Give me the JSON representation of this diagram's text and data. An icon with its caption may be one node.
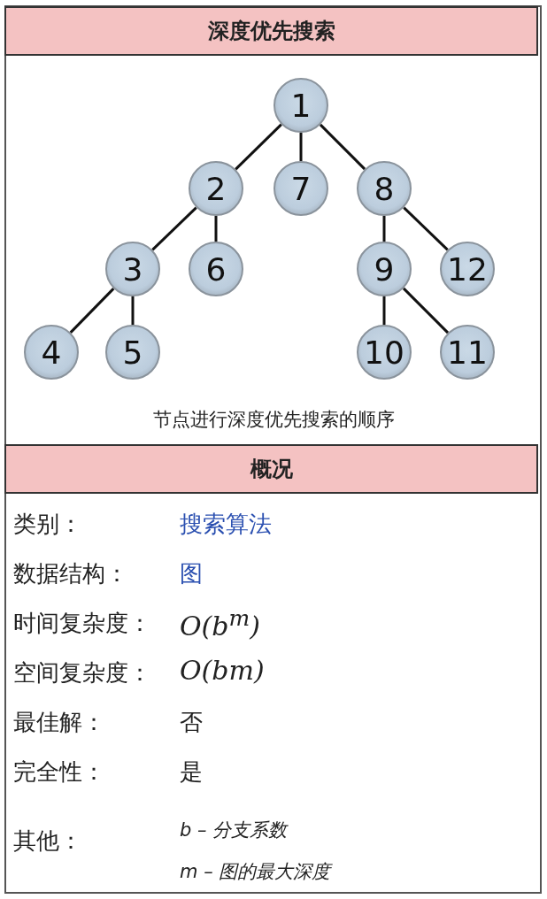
{
  "diagram": {
    "title": "深度优先搜索",
    "caption": "节点进行深度优先搜索的顺序",
    "nodes": [
      {
        "text": [
          "1"
        ]
      },
      {
        "text": [
          "2"
        ]
      },
      {
        "text": [
          "3"
        ]
      },
      {
        "text": [
          "4"
        ]
      },
      {
        "text": [
          "5"
        ]
      },
      {
        "text": [
          "6"
        ]
      },
      {
        "text": [
          "7"
        ]
      },
      {
        "text": [
          "8"
        ]
      },
      {
        "text": [
          "9"
        ]
      },
      {
        "text": [
          "10"
        ]
      },
      {
        "text": [
          "11"
        ]
      },
      {
        "text": [
          "12"
        ]
      }
    ],
    "edges": [
      {
        "from": 0,
        "to": 1,
        "arrow": "none"
      },
      {
        "from": 0,
        "to": 6,
        "arrow": "none"
      },
      {
        "from": 0,
        "to": 7,
        "arrow": "none"
      },
      {
        "from": 1,
        "to": 2,
        "arrow": "none"
      },
      {
        "from": 1,
        "to": 5,
        "arrow": "none"
      },
      {
        "from": 2,
        "to": 3,
        "arrow": "none"
      },
      {
        "from": 2,
        "to": 4,
        "arrow": "none"
      },
      {
        "from": 7,
        "to": 8,
        "arrow": "none"
      },
      {
        "from": 7,
        "to": 11,
        "arrow": "none"
      },
      {
        "from": 8,
        "to": 9,
        "arrow": "none"
      },
      {
        "from": 8,
        "to": 10,
        "arrow": "none"
      }
    ],
    "labels": [
      "概况",
      "类别：",
      "搜索算法",
      "数据结构：",
      "图",
      "时间复杂度：",
      "O(b$^{m}$)",
      "空间复杂度：",
      "O(bm)",
      "最佳解：",
      "否",
      "完全性：",
      "是",
      "其他：",
      "b – 分支系数",
      "m – 图的最大深度"
    ]
  }
}
